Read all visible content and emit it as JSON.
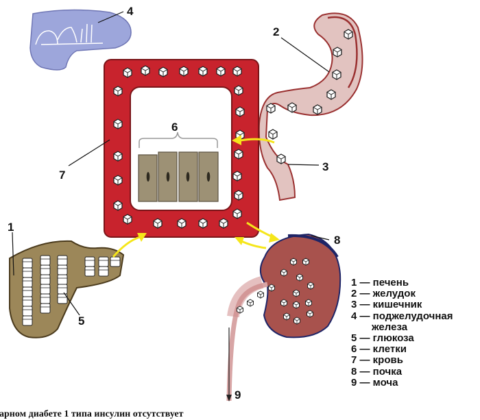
{
  "labels": {
    "n1": "1",
    "n2": "2",
    "n3": "3",
    "n4": "4",
    "n5": "5",
    "n6": "6",
    "n7": "7",
    "n8": "8",
    "n9": "9"
  },
  "legend": [
    "1 — печень",
    "2 — желудок",
    "3 — кишечник",
    "4 — поджелудочная",
    "железа",
    "5 — глюкоза",
    "6 — клетки",
    "7 — кровь",
    "8 — почка",
    "9 — моча"
  ],
  "caption": "арном диабете 1 типа инсулин отсутствует",
  "colors": {
    "blood": "#c8232d",
    "pancreas": "#9da6db",
    "liver": "#9c8759",
    "stomach": "#e2c3c0",
    "kidney": "#a8524d",
    "cells": "#9d9175",
    "arrow": "#f5e61a"
  }
}
